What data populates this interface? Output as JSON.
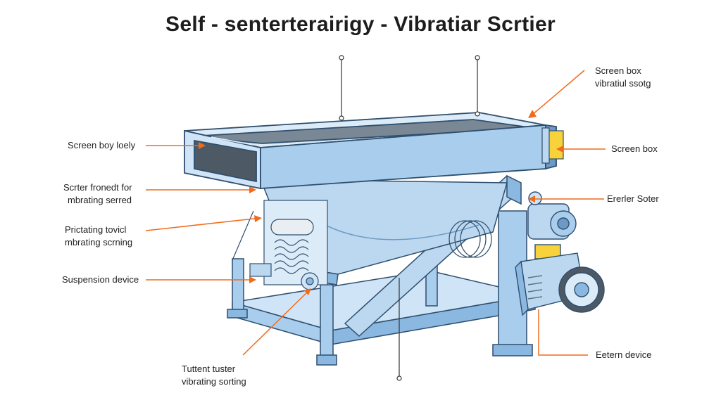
{
  "title": "Self - senterterairigy - Vibratiar Scrtier",
  "colors": {
    "frame_light": "#cfe4f6",
    "frame_mid": "#a9cdec",
    "frame_dark": "#6c9ac4",
    "outline": "#2f4f6e",
    "leader": "#f26a1b",
    "accent_yellow": "#f7d23a"
  },
  "labels": {
    "screen_box_top": {
      "line1": "Screen box",
      "line2": "vibratiul ssotg"
    },
    "screen_body": {
      "line1": "Screen boy loely"
    },
    "screen_box_right": {
      "line1": "Screen box"
    },
    "screen_frame": {
      "line1": "Scrter fronedt for",
      "line2": "mbrating serred"
    },
    "exciter": {
      "line1": "Ererler Soter"
    },
    "driving_device": {
      "line1": "Prictating tovicl",
      "line2": "mbrating scrning"
    },
    "suspension": {
      "line1": "Suspension device"
    },
    "external_device": {
      "line1": "Eetern device"
    },
    "bottom_label": {
      "line1": "Tuttent tuster",
      "line2": "vibrating sorting"
    }
  }
}
